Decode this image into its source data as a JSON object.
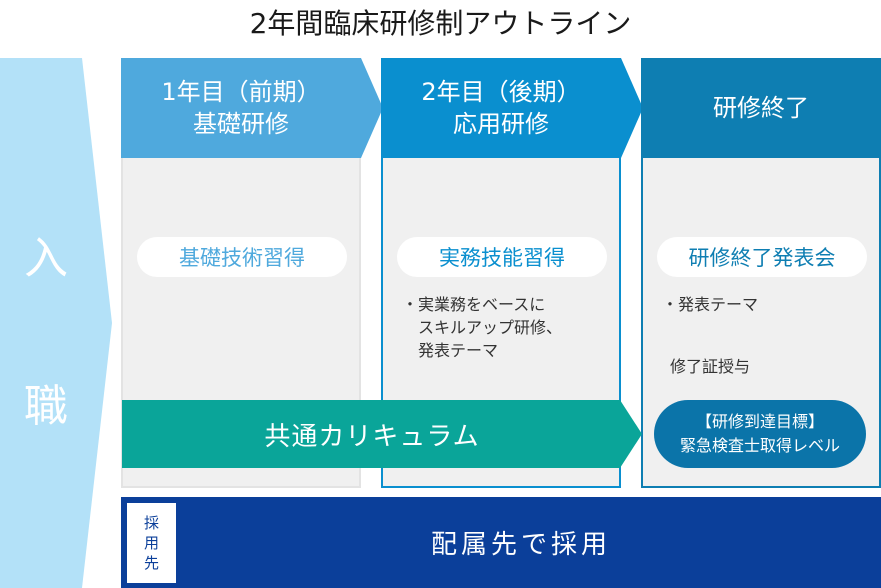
{
  "title": "2年間臨床研修制アウトライン",
  "entry": {
    "char1": "入",
    "char2": "職"
  },
  "phases": [
    {
      "header": "1年目（前期）\n基礎研修",
      "skill": "基礎技術習得",
      "color": "#4fa9dd"
    },
    {
      "header": "2年目（後期）\n応用研修",
      "skill": "実務技能習得",
      "bullet": "・実業務をベースに\n　スキルアップ研修、\n　発表テーマ",
      "color": "#0a8fcf"
    },
    {
      "header": "研修終了",
      "skill": "研修終了発表会",
      "bullet": "・発表テーマ",
      "note": "修了証授与",
      "color": "#0e7eb2"
    }
  ],
  "common_curriculum": {
    "label": "共通カリキュラム",
    "color": "#0aa599"
  },
  "target": {
    "line1": "【研修到達目標】",
    "line2": "緊急検査士取得レベル",
    "color": "#0b74a9"
  },
  "hiring": {
    "box_chars": [
      "採",
      "用",
      "先"
    ],
    "label": "配属先で採用",
    "color": "#0b3f9a"
  },
  "colors": {
    "entry_arrow": "#b3e1f8",
    "panel_bg": "#f0f0f0"
  }
}
